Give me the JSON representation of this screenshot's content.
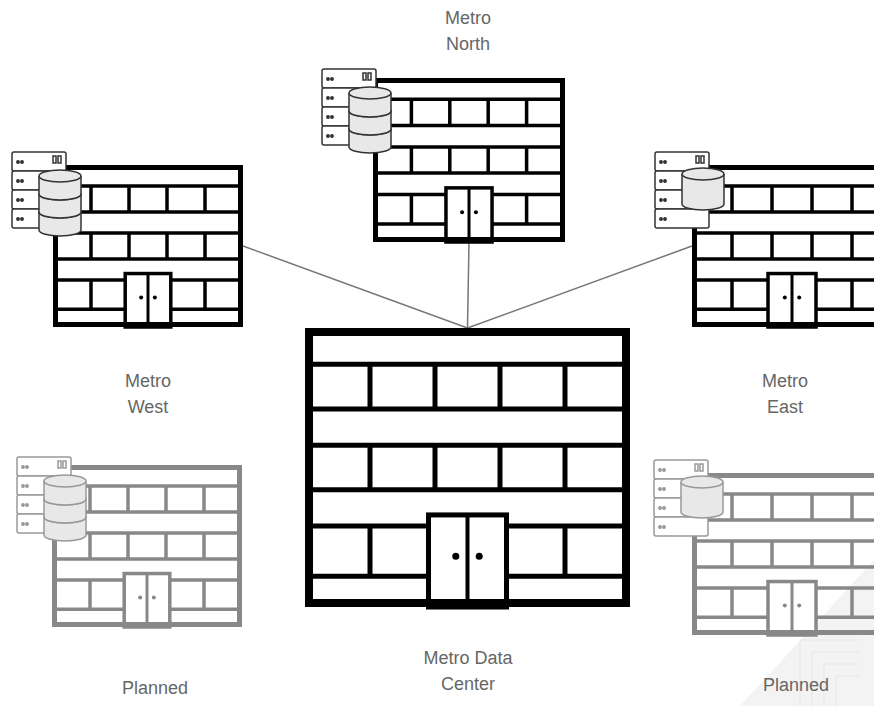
{
  "diagram": {
    "nodes": [
      {
        "text": [
          "Metro North"
        ]
      },
      {
        "text": [
          "Metro West"
        ]
      },
      {
        "text": [
          "Metro East"
        ]
      },
      {
        "text": [
          "Planned"
        ]
      },
      {
        "text": [
          "Metro Data Center"
        ]
      },
      {
        "text": [
          "Planned"
        ]
      }
    ],
    "edges": [
      {
        "from": 1,
        "to": 4,
        "arrow": "none"
      },
      {
        "from": 0,
        "to": 4,
        "arrow": "none"
      },
      {
        "from": 2,
        "to": 4,
        "arrow": "none"
      }
    ]
  }
}
